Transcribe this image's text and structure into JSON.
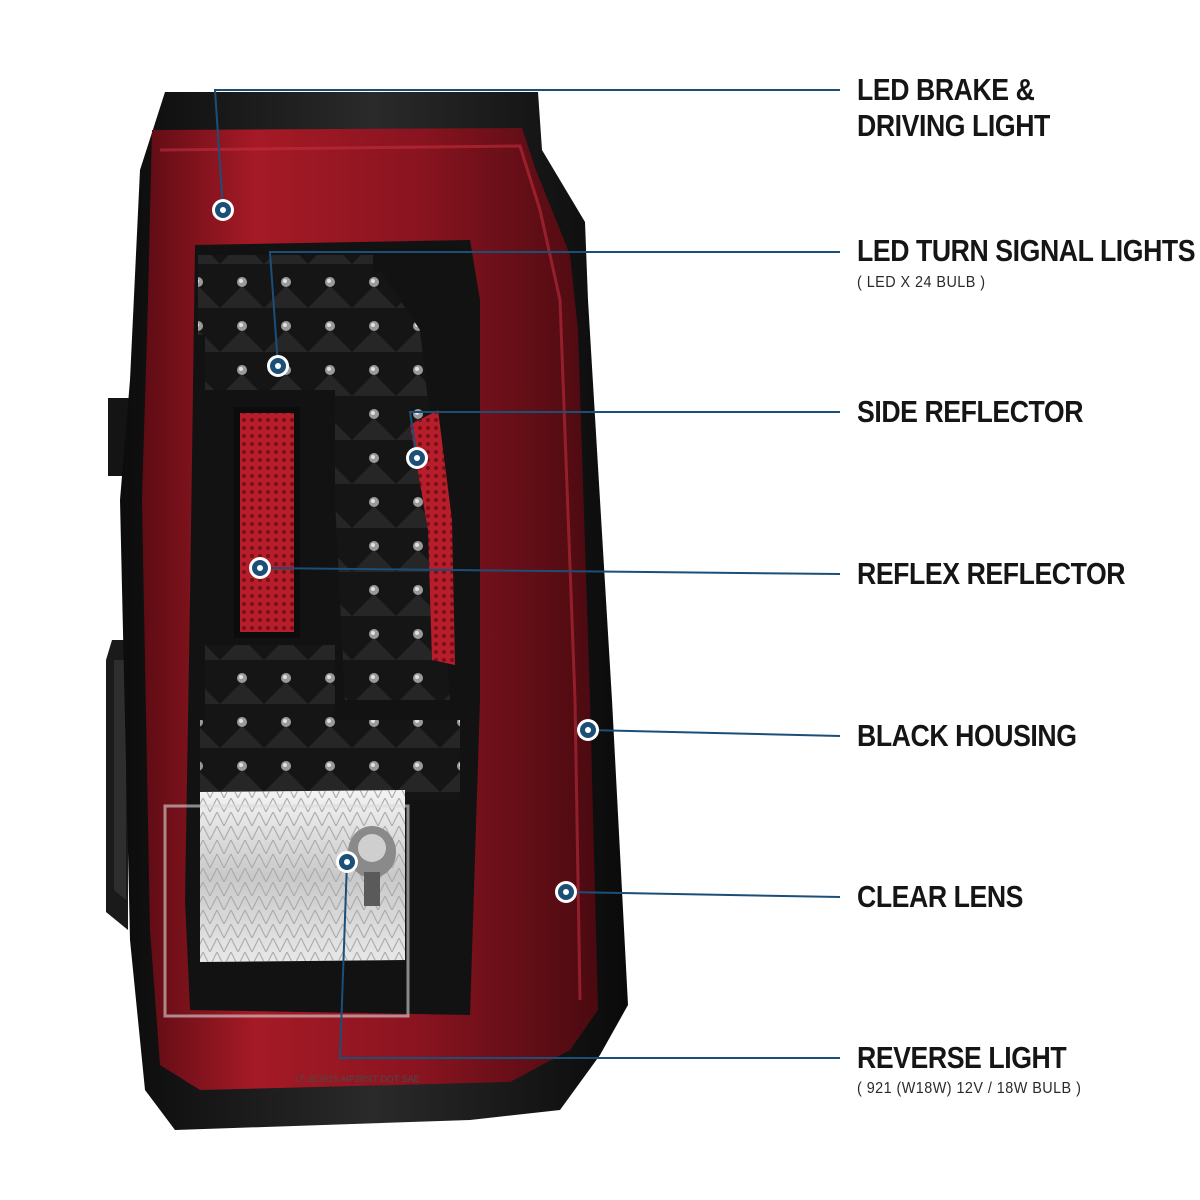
{
  "callouts": [
    {
      "id": "led-brake",
      "label_lines": [
        "LED BRAKE &",
        "DRIVING LIGHT"
      ],
      "sub": ""
    },
    {
      "id": "led-turn",
      "label_lines": [
        "LED TURN SIGNAL LIGHTS"
      ],
      "sub": "( LED X 24  BULB )"
    },
    {
      "id": "side-reflector",
      "label_lines": [
        "SIDE REFLECTOR"
      ],
      "sub": ""
    },
    {
      "id": "reflex-reflector",
      "label_lines": [
        "REFLEX REFLECTOR"
      ],
      "sub": ""
    },
    {
      "id": "black-housing",
      "label_lines": [
        "BLACK HOUSING"
      ],
      "sub": ""
    },
    {
      "id": "clear-lens",
      "label_lines": [
        "CLEAR LENS"
      ],
      "sub": ""
    },
    {
      "id": "reverse-light",
      "label_lines": [
        "REVERSE LIGHT"
      ],
      "sub": "( 921 (W18W)  12V / 18W  BULB )"
    }
  ],
  "colors": {
    "leader_line": "#1b4f78",
    "marker_fill": "#1b4f78",
    "marker_ring": "#ffffff",
    "lens_red": "#8e1420",
    "housing_black": "#101010"
  },
  "part_text": {
    "lens_mark": "LT-JC2015 AIP2RST DOT SAE"
  }
}
